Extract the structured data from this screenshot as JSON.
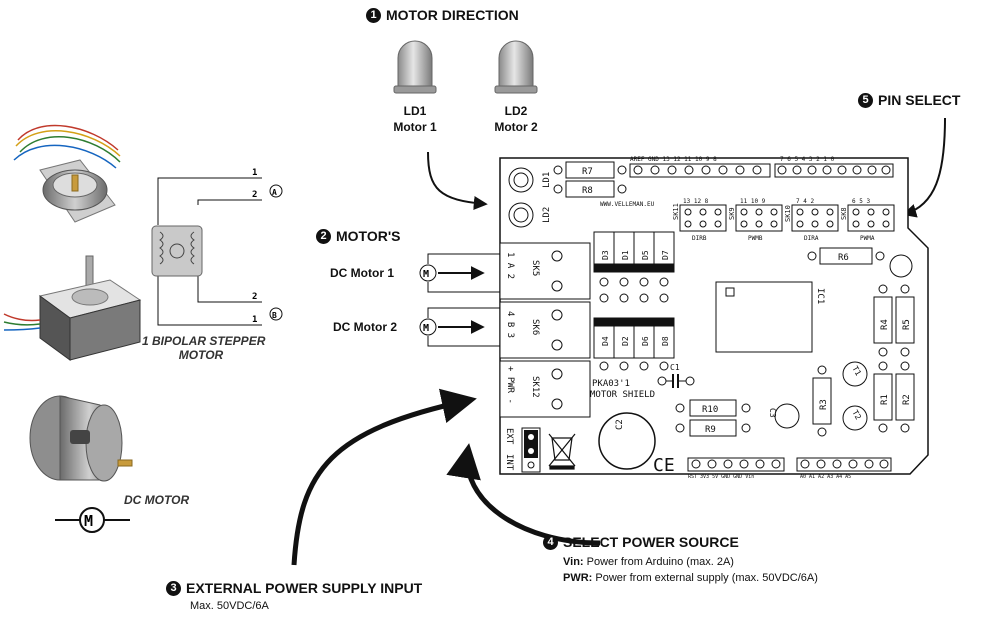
{
  "callouts": {
    "c1": {
      "num": "1",
      "title": "MOTOR DIRECTION"
    },
    "c2": {
      "num": "2",
      "title": "MOTOR'S"
    },
    "c3": {
      "num": "3",
      "title": "EXTERNAL POWER SUPPLY INPUT",
      "sub": "Max. 50VDC/6A"
    },
    "c4": {
      "num": "4",
      "title": "SELECT POWER SOURCE",
      "vin_key": "Vin:",
      "vin_text": "Power from Arduino (max. 2A)",
      "pwr_key": "PWR:",
      "pwr_text": "Power from external supply (max. 50VDC/6A)"
    },
    "c5": {
      "num": "5",
      "title": "PIN SELECT"
    }
  },
  "leds": {
    "ld1": {
      "name": "LD1",
      "motor": "Motor 1"
    },
    "ld2": {
      "name": "LD2",
      "motor": "Motor 2"
    }
  },
  "motors": {
    "dc1": "DC Motor 1",
    "dc2": "DC Motor 2",
    "stepper": {
      "line1": "1 BIPOLAR STEPPER",
      "line2": "MOTOR"
    },
    "dc": "DC MOTOR",
    "symbol": "M",
    "wires": [
      "1",
      "2",
      "2",
      "1"
    ],
    "phases": [
      "A",
      "B"
    ]
  },
  "board": {
    "r7": "R7",
    "r8": "R8",
    "r6": "R6",
    "r4": "R4",
    "r5": "R5",
    "r3": "R3",
    "r1": "R1",
    "r2": "R2",
    "r10": "R10",
    "r9": "R9",
    "ld1": "LD1",
    "ld2": "LD2",
    "website": "WWW.VELLEMAN.EU",
    "sk11": "SK11",
    "sk9": "SK9",
    "sk10": "SK10",
    "sk8": "SK8",
    "sk5": "SK5",
    "sk6": "SK6",
    "sk12": "SK12",
    "dirb": "DIRB",
    "pwmb": "PWMB",
    "dira": "DIRA",
    "pwma": "PWMA",
    "d3": "D3",
    "d1": "D1",
    "d5": "D5",
    "d7": "D7",
    "d4": "D4",
    "d2": "D2",
    "d6": "D6",
    "d8": "D8",
    "ic1": "IC1",
    "c1": "C1",
    "c2": "C2",
    "c3": "C3",
    "t1": "T1",
    "t2": "T2",
    "model": "PKA03'1",
    "shield": "MOTOR SHIELD",
    "term1": "1 A 2",
    "term2": "4 B 3",
    "term3": "+ PWR -",
    "ext": "EXT",
    "int": "INT",
    "ce": "CE",
    "top_header_left": "AREF GND 13 12 11 10 9 8",
    "top_header_right": "7 6 5 4 3 2 1 0",
    "sk11_nums": "13 12 8",
    "sk9_nums": "11 10 9",
    "sk10_nums": "7 4 2",
    "sk8_nums": "6 5 3",
    "bottom_left": "RST 3V3 5V GND GND Vin",
    "bottom_right": "A0 A1 A2 A3 A4 A5"
  }
}
